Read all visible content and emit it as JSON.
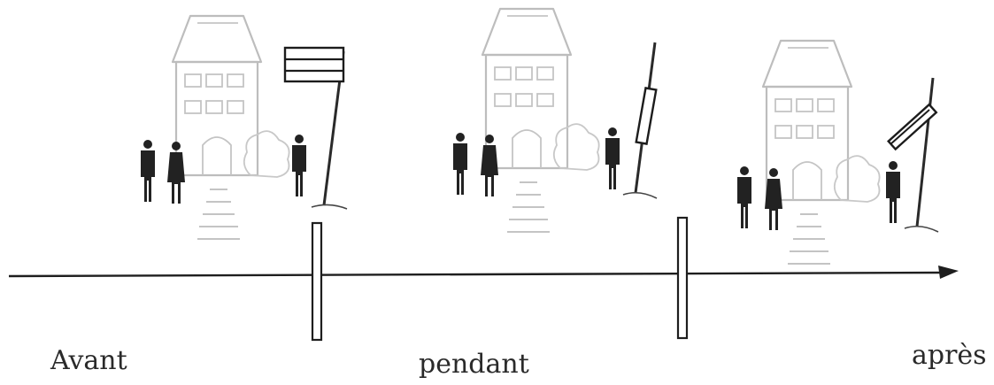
{
  "timeline": {
    "labels": {
      "before": "Avant",
      "during": "pendant",
      "after": "après"
    }
  },
  "scenes": [
    {
      "phase": "before",
      "flag_state": "raised"
    },
    {
      "phase": "during",
      "flag_state": "being-lowered"
    },
    {
      "phase": "after",
      "flag_state": "lowered"
    }
  ],
  "colors": {
    "ink": "#1c1c1c",
    "sketch": "#bdbdbd",
    "background": "#ffffff"
  }
}
